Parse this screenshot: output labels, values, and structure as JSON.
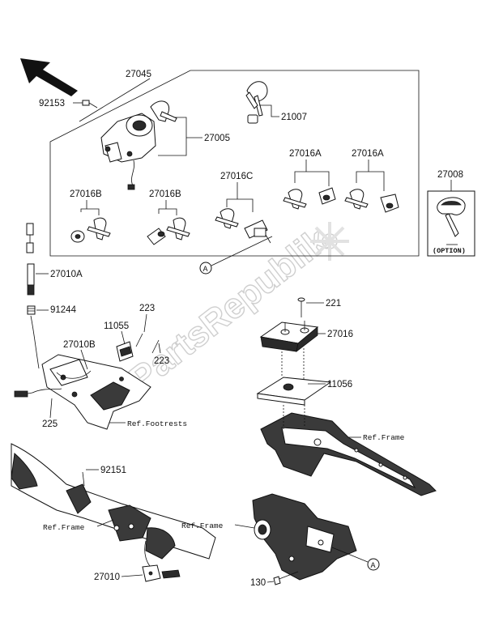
{
  "labels": {
    "l27045": "27045",
    "l92153": "92153",
    "l21007": "21007",
    "l27005": "27005",
    "l27016a_1": "27016A",
    "l27016a_2": "27016A",
    "l27016b_1": "27016B",
    "l27016b_2": "27016B",
    "l27016c": "27016C",
    "l27008": "27008",
    "l27010a": "27010A",
    "l91244": "91244",
    "l223_1": "223",
    "l223_2": "223",
    "l11055": "11055",
    "l27010b": "27010B",
    "l225": "225",
    "l221": "221",
    "l27016": "27016",
    "l11056": "11056",
    "l92151": "92151",
    "l27010": "27010",
    "l130": "130"
  },
  "refs": {
    "footrests": "Ref.Footrests",
    "frame_left": "Ref.Frame",
    "frame_right": "Ref.Frame",
    "frame_bottom": "Ref.Frame"
  },
  "callouts": {
    "a_top": "A",
    "a_bottom": "A"
  },
  "option_label": "(OPTION)",
  "watermark": "PartsRepublik"
}
